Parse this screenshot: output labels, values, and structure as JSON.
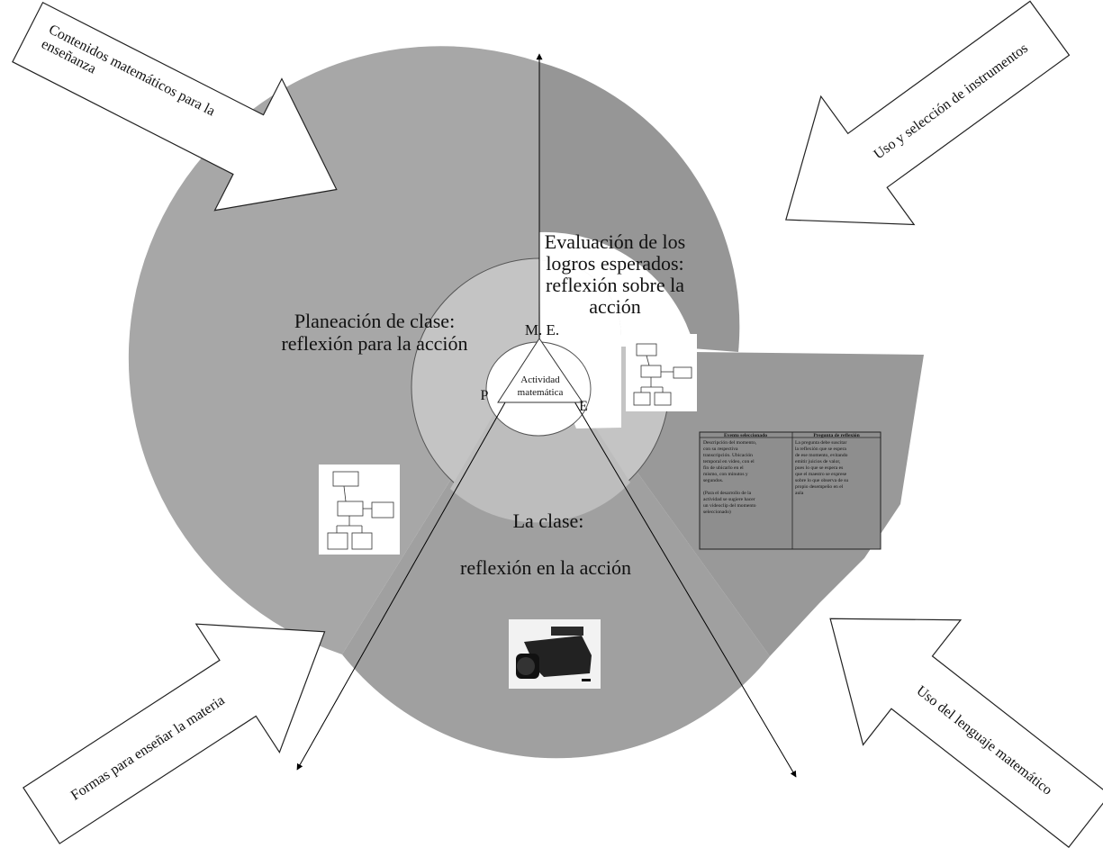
{
  "arrows": {
    "top_left": "Contenidos matemáticos para la enseñanza",
    "top_right": "Uso y selección de instrumentos",
    "bottom_left": "Formas para enseñar la materia",
    "bottom_right": "Uso del lenguaje matemático"
  },
  "sectors": {
    "evaluacion": [
      "Evaluación de los",
      "logros esperados:",
      "reflexión sobre la",
      "acción"
    ],
    "planeacion": [
      "Planeación de clase:",
      "reflexión para la acción"
    ],
    "clase": [
      "La clase:",
      "reflexión en la acción"
    ]
  },
  "triangle": {
    "center": [
      "Actividad",
      "matemática"
    ],
    "top": "M. E.",
    "left": "P",
    "right": "E"
  },
  "table": {
    "headers": [
      "Evento seleccionado",
      "Pregunta de reflexión"
    ],
    "col1": [
      "Descripción del momento,",
      "con su respectiva",
      "transcripción. Ubicación",
      "temporal en video, con el",
      "fin de ubicarlo en el",
      "mismo, con minutos y",
      "segundos.",
      "",
      "(Para el desarrollo de la",
      "actividad se sugiere hacer",
      "un videoclip del momento",
      "seleccionado)"
    ],
    "col2": [
      "La pregunta debe suscitar",
      "la reflexión que se espera",
      "de ese momento, evitando",
      "emitir juicios de valor,",
      "pues lo que se espera es",
      "que el maestro se exprese",
      "sobre lo que observa de su",
      "propio desempeño en el",
      "aula"
    ]
  },
  "colors": {
    "outer_sector_left": "#a7a7a7",
    "outer_sector_right": "#969696",
    "middle_ring": "#c6c6c6",
    "clase_sector": "#b0b0b0",
    "table_fill": "#8e8e8e"
  },
  "icons": [
    "flowchart-icon",
    "flowchart-icon",
    "video-camera-icon"
  ]
}
